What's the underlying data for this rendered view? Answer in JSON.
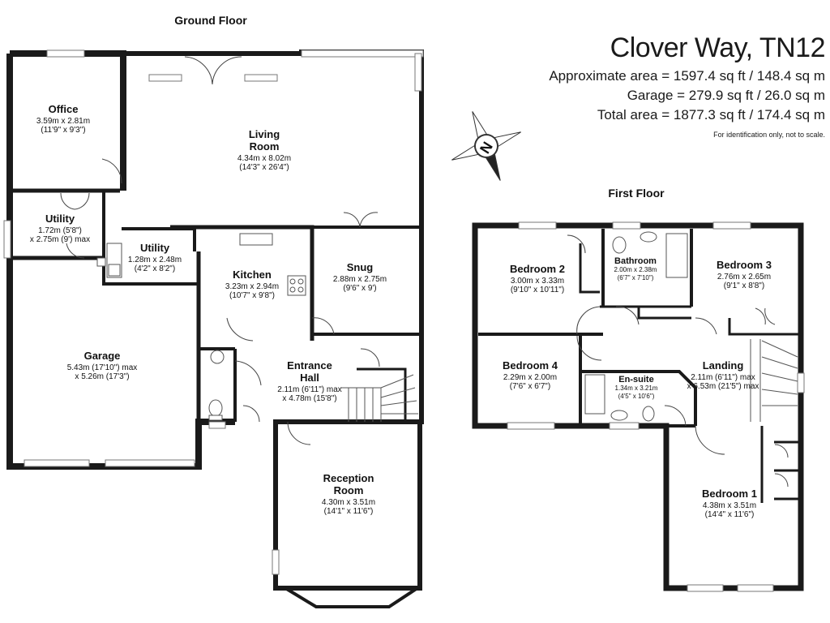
{
  "header": {
    "title": "Clover Way, TN12",
    "approx_area": "Approximate area = 1597.4 sq ft / 148.4 sq m",
    "garage_area": "Garage = 279.9 sq ft / 26.0 sq m",
    "total_area": "Total area = 1877.3 sq ft / 174.4 sq m",
    "disclaimer": "For identification only, not to scale."
  },
  "compass": {
    "label": "N"
  },
  "floors": {
    "ground": {
      "label": "Ground Floor"
    },
    "first": {
      "label": "First Floor"
    }
  },
  "rooms": {
    "office": {
      "name": [
        "Office"
      ],
      "metric": "3.59m x 2.81m",
      "imperial": "(11'9\" x 9'3\")"
    },
    "living": {
      "name": [
        "Living",
        "Room"
      ],
      "metric": "4.34m x 8.02m",
      "imperial": "(14'3\" x 26'4\")"
    },
    "utility1": {
      "name": [
        "Utility"
      ],
      "metric": "1.72m (5'8\")",
      "imperial": "x 2.75m (9') max"
    },
    "utility2": {
      "name": [
        "Utility"
      ],
      "metric": "1.28m x 2.48m",
      "imperial": "(4'2\" x 8'2\")"
    },
    "kitchen": {
      "name": [
        "Kitchen"
      ],
      "metric": "3.23m x 2.94m",
      "imperial": "(10'7\" x 9'8\")"
    },
    "snug": {
      "name": [
        "Snug"
      ],
      "metric": "2.88m x 2.75m",
      "imperial": "(9'6\" x 9')"
    },
    "garage": {
      "name": [
        "Garage"
      ],
      "metric": "5.43m (17'10\") max",
      "imperial": "x 5.26m (17'3\")"
    },
    "entrance": {
      "name": [
        "Entrance",
        "Hall"
      ],
      "metric": "2.11m (6'11\") max",
      "imperial": "x 4.78m (15'8\")"
    },
    "reception": {
      "name": [
        "Reception",
        "Room"
      ],
      "metric": "4.30m x 3.51m",
      "imperial": "(14'1\" x 11'6\")"
    },
    "bedroom2": {
      "name": [
        "Bedroom 2"
      ],
      "metric": "3.00m x 3.33m",
      "imperial": "(9'10\" x 10'11\")"
    },
    "bathroom": {
      "name": [
        "Bathroom"
      ],
      "metric": "2.00m x 2.38m",
      "imperial": "(6'7\" x 7'10\")"
    },
    "bedroom3": {
      "name": [
        "Bedroom 3"
      ],
      "metric": "2.76m x 2.65m",
      "imperial": "(9'1\" x 8'8\")"
    },
    "bedroom4": {
      "name": [
        "Bedroom 4"
      ],
      "metric": "2.29m x 2.00m",
      "imperial": "(7'6\" x 6'7\")"
    },
    "ensuite": {
      "name": [
        "En-suite"
      ],
      "metric": "1.34m x 3.21m",
      "imperial": "(4'5\" x 10'6\")"
    },
    "landing": {
      "name": [
        "Landing"
      ],
      "metric": "2.11m (6'11\") max",
      "imperial": "x 6.53m (21'5\") max"
    },
    "bedroom1": {
      "name": [
        "Bedroom 1"
      ],
      "metric": "4.38m x 3.51m",
      "imperial": "(14'4\" x 11'6\")"
    }
  }
}
